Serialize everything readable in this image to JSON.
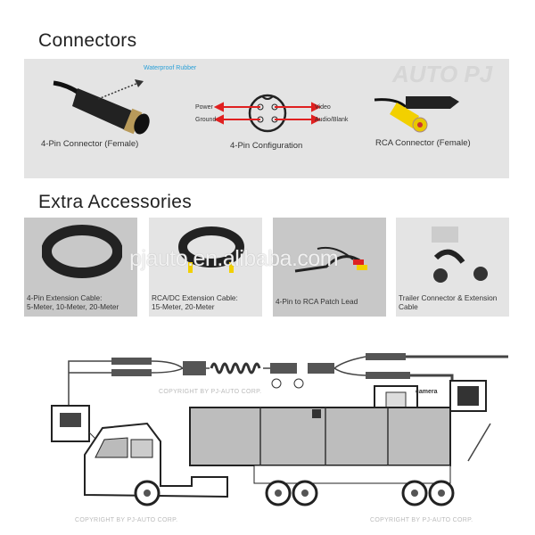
{
  "connectors": {
    "title": "Connectors",
    "waterproof_label": "Waterproof Rubber",
    "items": [
      {
        "label": "4-Pin Connector (Female)"
      },
      {
        "label": "4-Pin Configuration"
      },
      {
        "label": "RCA Connector (Female)"
      }
    ],
    "pins": {
      "power": "Power",
      "ground": "Ground",
      "video": "Video",
      "audio": "Audio/Blank"
    }
  },
  "accessories": {
    "title": "Extra Accessories",
    "items": [
      {
        "line1": "4-Pin Extension Cable:",
        "line2": "5-Meter, 10-Meter, 20-Meter"
      },
      {
        "line1": "RCA/DC Extension Cable:",
        "line2": "15-Meter, 20-Meter"
      },
      {
        "line1": "4-Pin to RCA Patch Lead",
        "line2": ""
      },
      {
        "line1": "Trailer Connector & Extension",
        "line2": "Cable"
      }
    ]
  },
  "diagram": {
    "camera_label": "camera"
  },
  "watermarks": {
    "site": "pjauto.en.alibaba.com",
    "logo": "AUTO PJ",
    "copyright": "COPYRIGHT BY PJ-AUTO CORP."
  },
  "colors": {
    "panel": "#e4e4e4",
    "accent_blue": "#2aa0d8",
    "arrow_red": "#e02020",
    "rca_yellow": "#f2d000"
  }
}
